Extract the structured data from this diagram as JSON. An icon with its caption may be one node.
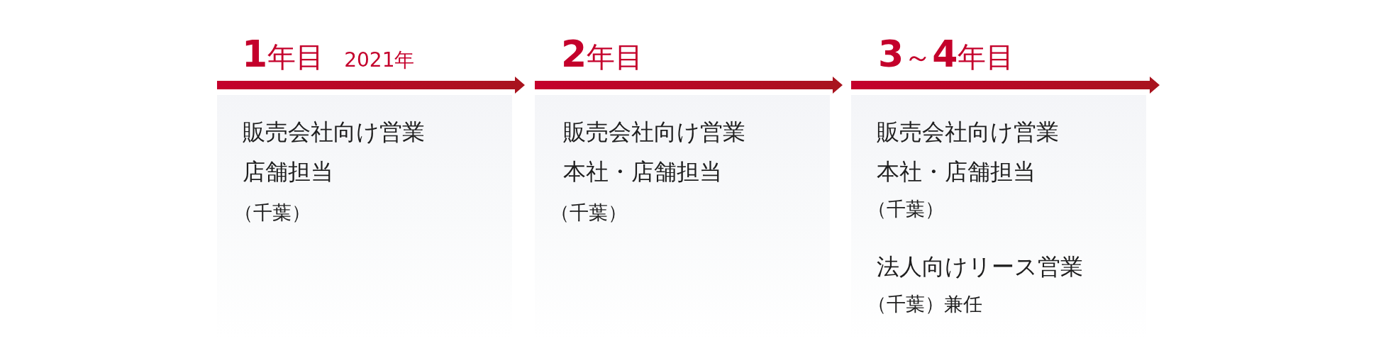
{
  "diagram": {
    "nodes": [
      {
        "text": [
          "**1**年目",
          "2021年",
          "販売会社向け営業",
          "店舗担当",
          "（千葉）"
        ]
      },
      {
        "text": [
          "**2**年目",
          "販売会社向け営業",
          "本社・店舗担当",
          "（千葉）"
        ]
      },
      {
        "text": [
          "**3**～**4**年目",
          "販売会社向け営業",
          "本社・店舗担当",
          "（千葉）",
          "法人向けリース営業",
          "（千葉）兼任"
        ]
      }
    ]
  }
}
